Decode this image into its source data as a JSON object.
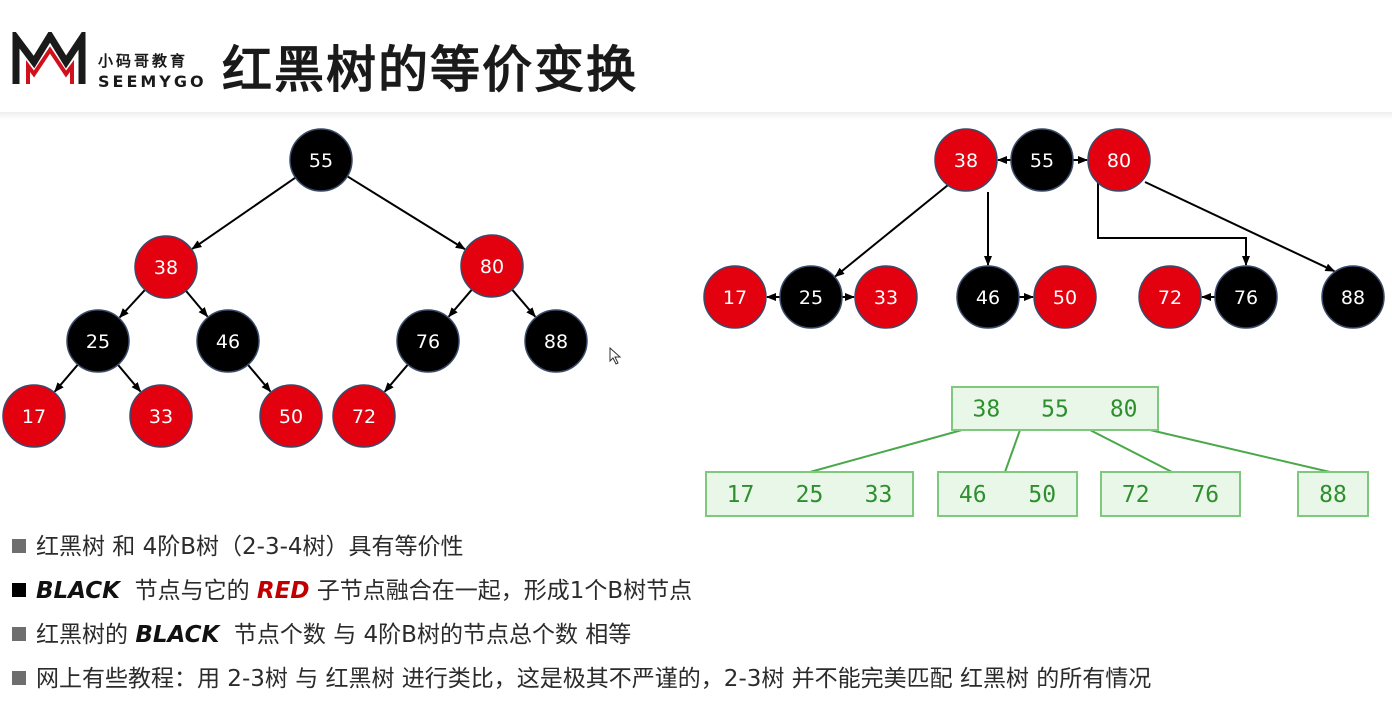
{
  "header": {
    "title": "红黑树的等价变换",
    "logo_cn": "小码哥教育",
    "logo_en": "SEEMYGO"
  },
  "rb_tree": {
    "nodes": [
      {
        "key": "55",
        "color": "black"
      },
      {
        "key": "38",
        "color": "red"
      },
      {
        "key": "80",
        "color": "red"
      },
      {
        "key": "25",
        "color": "black"
      },
      {
        "key": "46",
        "color": "black"
      },
      {
        "key": "76",
        "color": "black"
      },
      {
        "key": "88",
        "color": "black"
      },
      {
        "key": "17",
        "color": "red"
      },
      {
        "key": "33",
        "color": "red"
      },
      {
        "key": "50",
        "color": "red"
      },
      {
        "key": "72",
        "color": "red"
      }
    ]
  },
  "merged_tree": {
    "nodes": [
      {
        "key": "38",
        "color": "red"
      },
      {
        "key": "55",
        "color": "black"
      },
      {
        "key": "80",
        "color": "red"
      },
      {
        "key": "17",
        "color": "red"
      },
      {
        "key": "25",
        "color": "black"
      },
      {
        "key": "33",
        "color": "red"
      },
      {
        "key": "46",
        "color": "black"
      },
      {
        "key": "50",
        "color": "red"
      },
      {
        "key": "72",
        "color": "red"
      },
      {
        "key": "76",
        "color": "black"
      },
      {
        "key": "88",
        "color": "black"
      }
    ]
  },
  "btree": {
    "root": [
      "38",
      "55",
      "80"
    ],
    "children": [
      [
        "17",
        "25",
        "33"
      ],
      [
        "46",
        "50"
      ],
      [
        "72",
        "76"
      ],
      [
        "88"
      ]
    ]
  },
  "bullets": {
    "b1": "红黑树 和 4阶B树（2-3-4树）具有等价性",
    "b2_kw1": "BLACK",
    "b2_mid": "节点与它的",
    "b2_kw2": "RED",
    "b2_end": "子节点融合在一起，形成1个B树节点",
    "b3_start": "红黑树的",
    "b3_kw": "BLACK",
    "b3_end": "节点个数 与 4阶B树的节点总个数 相等",
    "b4": "网上有些教程：用 2-3树 与 红黑树 进行类比，这是极其不严谨的，2-3树 并不能完美匹配 红黑树 的所有情况"
  },
  "colors": {
    "red_node": "#e3000f",
    "black_node": "#000000",
    "node_border": "#3a4a6a",
    "btree_border": "#7ec97e",
    "btree_fill": "#e9f7e9",
    "btree_text": "#2f8f2f",
    "btree_line": "#4aa84a"
  }
}
